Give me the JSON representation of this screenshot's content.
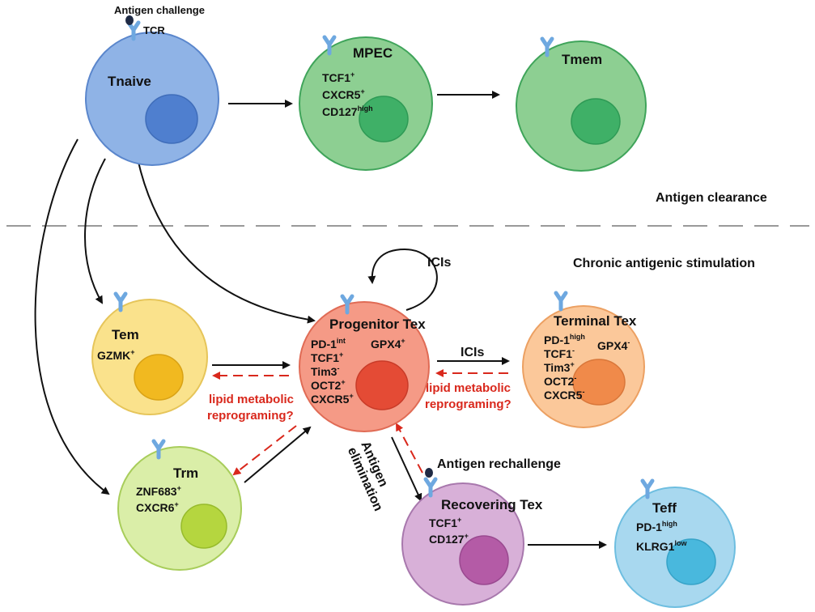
{
  "colors": {
    "naive": "#8fb3e6",
    "naive_nucleus": "#4f7fcf",
    "mpec": "#8dcf92",
    "mpec_nucleus": "#3fb067",
    "tem": "#fae28c",
    "tem_nucleus": "#f1b920",
    "prog": "#f59a86",
    "prog_nucleus": "#e44b35",
    "term": "#fbc89a",
    "term_nucleus": "#f08a4a",
    "trm": "#daeea8",
    "trm_nucleus": "#b5d63f",
    "rec": "#d8b0d8",
    "rec_nucleus": "#b45ba6",
    "teff": "#a8d8ef",
    "teff_nucleus": "#49b8dd",
    "receptor": "#6ea8e0",
    "red_arrow": "#d9281c"
  },
  "labels": {
    "antigen_challenge": "Antigen challenge",
    "tcr": "TCR",
    "antigen_clearance": "Antigen clearance",
    "chronic": "Chronic antigenic stimulation",
    "icis_loop": "ICIs",
    "icis_arrow": "ICIs",
    "lipid_left_1": "lipid metabolic",
    "lipid_left_2": "reprograming?",
    "lipid_right_1": "lipid metabolic",
    "lipid_right_2": "reprograming?",
    "antigen_elim_1": "Antigen",
    "antigen_elim_2": "elimination",
    "antigen_rechallenge": "Antigen rechallenge"
  },
  "cells": {
    "naive": {
      "title": "Tnaive"
    },
    "mpec": {
      "title": "MPEC",
      "markers": [
        {
          "name": "TCF1",
          "sup": "+"
        },
        {
          "name": "CXCR5",
          "sup": "+"
        },
        {
          "name": "CD127",
          "sup": "high"
        }
      ]
    },
    "tmem": {
      "title": "Tmem"
    },
    "tem": {
      "title": "Tem",
      "markers": [
        {
          "name": "GZMK",
          "sup": "+"
        }
      ]
    },
    "prog": {
      "title": "Progenitor Tex",
      "markers": [
        {
          "name": "PD-1",
          "sup": "int"
        },
        {
          "name": "TCF1",
          "sup": "+"
        },
        {
          "name": "Tim3",
          "sup": "-"
        },
        {
          "name": "OCT2",
          "sup": "+"
        },
        {
          "name": "CXCR5",
          "sup": "+"
        }
      ],
      "side": {
        "name": "GPX4",
        "sup": "+"
      }
    },
    "term": {
      "title": "Terminal Tex",
      "markers": [
        {
          "name": "PD-1",
          "sup": "high"
        },
        {
          "name": "TCF1",
          "sup": "-"
        },
        {
          "name": "Tim3",
          "sup": "+"
        },
        {
          "name": "OCT2",
          "sup": "-"
        },
        {
          "name": "CXCR5",
          "sup": "-"
        }
      ],
      "side": {
        "name": "GPX4",
        "sup": "-"
      }
    },
    "trm": {
      "title": "Trm",
      "markers": [
        {
          "name": "ZNF683",
          "sup": "+"
        },
        {
          "name": "CXCR6",
          "sup": "+"
        }
      ]
    },
    "rec": {
      "title": "Recovering Tex",
      "markers": [
        {
          "name": "TCF1",
          "sup": "+"
        },
        {
          "name": "CD127",
          "sup": "+"
        }
      ]
    },
    "teff": {
      "title": "Teff",
      "markers": [
        {
          "name": "PD-1",
          "sup": "high"
        },
        {
          "name": "KLRG1",
          "sup": "low"
        }
      ]
    }
  }
}
